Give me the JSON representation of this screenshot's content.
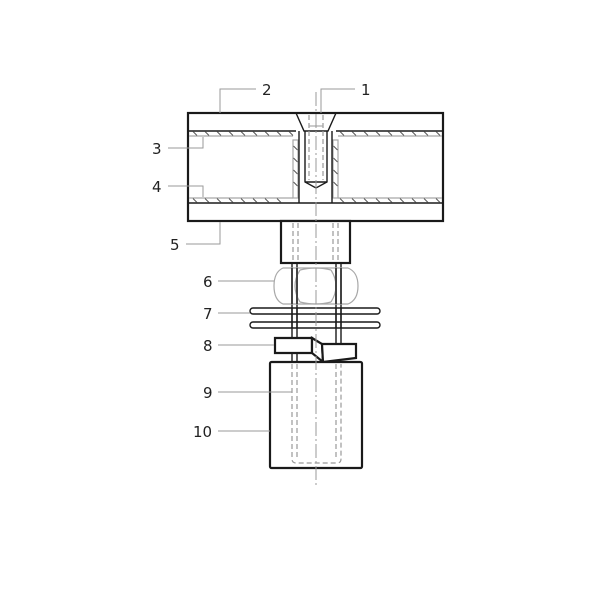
{
  "diagram": {
    "type": "technical-assembly-section",
    "labels": [
      {
        "id": "1",
        "text": "1"
      },
      {
        "id": "2",
        "text": "2"
      },
      {
        "id": "3",
        "text": "3"
      },
      {
        "id": "4",
        "text": "4"
      },
      {
        "id": "5",
        "text": "5"
      },
      {
        "id": "6",
        "text": "6"
      },
      {
        "id": "7",
        "text": "7"
      },
      {
        "id": "8",
        "text": "8"
      },
      {
        "id": "9",
        "text": "9"
      },
      {
        "id": "10",
        "text": "10"
      }
    ],
    "colors": {
      "line": "#1a1a1a",
      "leader": "#9a9a9a",
      "background": "#ffffff"
    }
  }
}
